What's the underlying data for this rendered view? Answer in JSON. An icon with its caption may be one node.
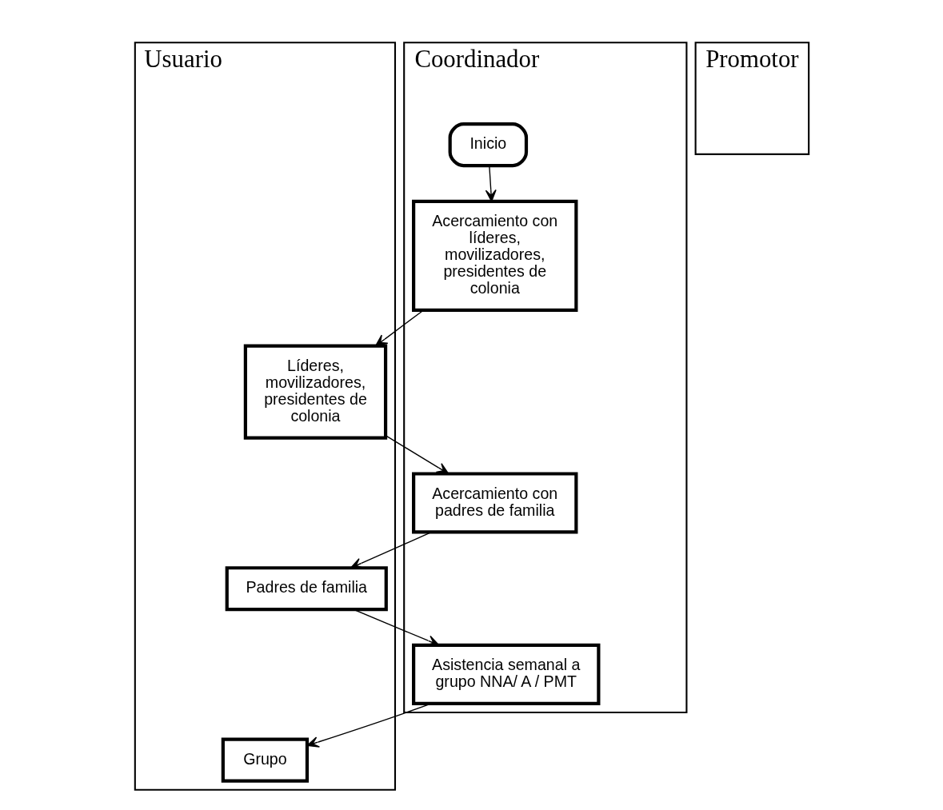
{
  "diagram": {
    "nodes": [
      {
        "text": [
          "Usuario"
        ]
      },
      {
        "text": [
          "Promotor"
        ]
      },
      {
        "text": [
          "Coordinador"
        ]
      },
      {
        "text": [
          "Inicio"
        ],
        "in": 2
      },
      {
        "text": [
          "Acercamiento con líderes, movilizadores, presidentes de colonia"
        ],
        "in": 2
      },
      {
        "text": [
          "Líderes, movilizadores, presidentes de colonia"
        ],
        "in": 0
      },
      {
        "text": [
          "Acercamiento con padres de familia"
        ],
        "in": 2
      },
      {
        "text": [
          "Padres de familia"
        ],
        "in": 0
      },
      {
        "text": [
          "Asistencia semanal a grupo NNA/ A / PMT"
        ],
        "in": 2
      },
      {
        "text": [
          "Grupo"
        ],
        "in": 0
      }
    ],
    "edges": [
      {
        "from": 3,
        "to": 4,
        "arrow": "to"
      },
      {
        "from": 4,
        "to": 5,
        "arrow": "to"
      },
      {
        "from": 5,
        "to": 6,
        "arrow": "to"
      },
      {
        "from": 6,
        "to": 7,
        "arrow": "to"
      },
      {
        "from": 7,
        "to": 8,
        "arrow": "to"
      },
      {
        "from": 8,
        "to": 9,
        "arrow": "to"
      }
    ]
  }
}
